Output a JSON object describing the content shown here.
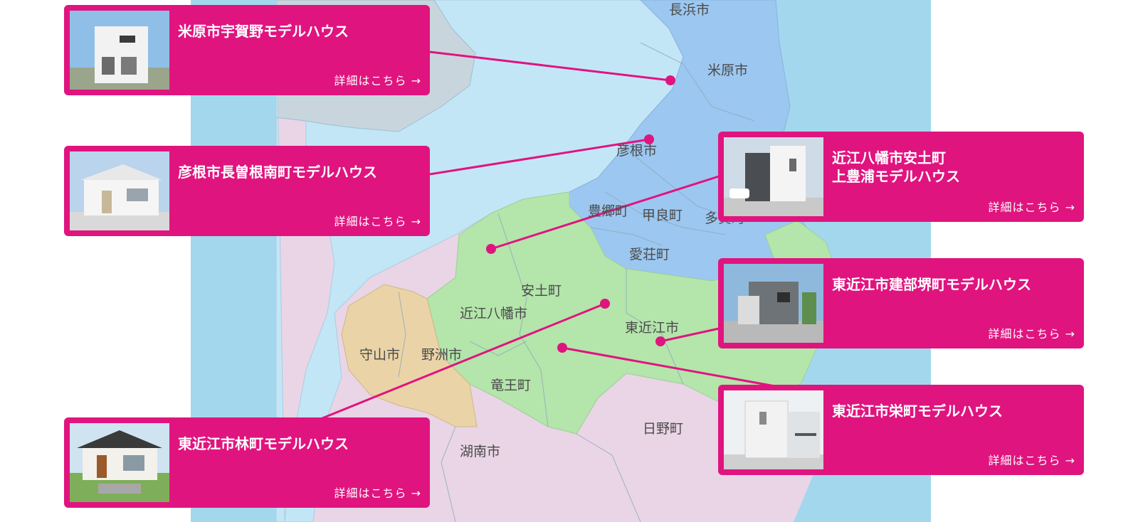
{
  "map": {
    "places": [
      {
        "id": "nagahama",
        "label": "長浜市"
      },
      {
        "id": "maibara",
        "label": "米原市"
      },
      {
        "id": "hikone",
        "label": "彦根市"
      },
      {
        "id": "toyosato",
        "label": "豊郷町"
      },
      {
        "id": "kora",
        "label": "甲良町"
      },
      {
        "id": "taga",
        "label": "多賀町"
      },
      {
        "id": "aisho",
        "label": "愛荘町"
      },
      {
        "id": "azuchi",
        "label": "安土町"
      },
      {
        "id": "omihachiman",
        "label": "近江八幡市"
      },
      {
        "id": "higashiomi",
        "label": "東近江市"
      },
      {
        "id": "moriyama",
        "label": "守山市"
      },
      {
        "id": "yasu",
        "label": "野洲市"
      },
      {
        "id": "ryuoh",
        "label": "竜王町"
      },
      {
        "id": "hino",
        "label": "日野町"
      },
      {
        "id": "konan",
        "label": "湖南市"
      }
    ]
  },
  "houses": [
    {
      "title": "米原市宇賀野モデルハウス",
      "link": "詳細はこちら →"
    },
    {
      "title": "彦根市長曽根南町モデルハウス",
      "link": "詳細はこちら →"
    },
    {
      "title": "東近江市林町モデルハウス",
      "link": "詳細はこちら →"
    },
    {
      "title": "近江八幡市安土町\n上豊浦モデルハウス",
      "link": "詳細はこちら →"
    },
    {
      "title": "東近江市建部堺町モデルハウス",
      "link": "詳細はこちら →"
    },
    {
      "title": "東近江市栄町モデルハウス",
      "link": "詳細はこちら →"
    }
  ],
  "colors": {
    "accent": "#e0147f",
    "lake": "#c3e6f6",
    "outer_water": "#a3d7ee",
    "north_region": "#9cc7f0",
    "central_region": "#b4e5ab",
    "south_region": "#e6d3d2",
    "west_region": "#e9d5e6",
    "yasu_moriyama": "#ead4a7",
    "neighbor_gray": "#c9d5dd"
  }
}
